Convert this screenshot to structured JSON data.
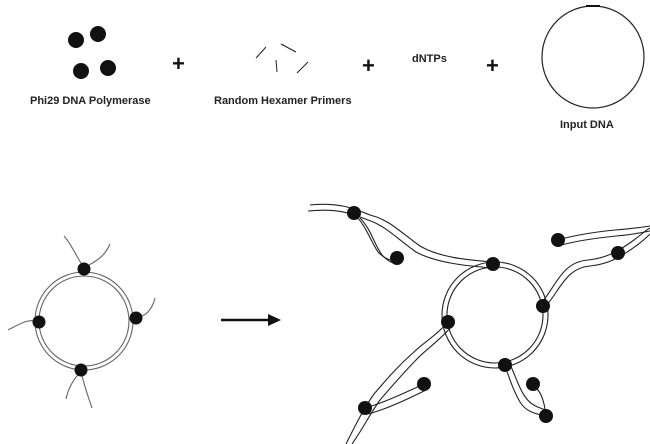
{
  "labels": {
    "polymerase": "Phi29 DNA  Polymerase",
    "primers": "Random Hexamer Primers",
    "dntps": "dNTPs",
    "input_dna": "Input DNA"
  },
  "symbols": {
    "plus": "+"
  },
  "colors": {
    "ink": "#222222",
    "polymerase": "#111111",
    "template_strand": "#666666"
  },
  "icons": {
    "arrow": "right-arrow-icon",
    "enzyme": "polymerase-dot-icon"
  }
}
